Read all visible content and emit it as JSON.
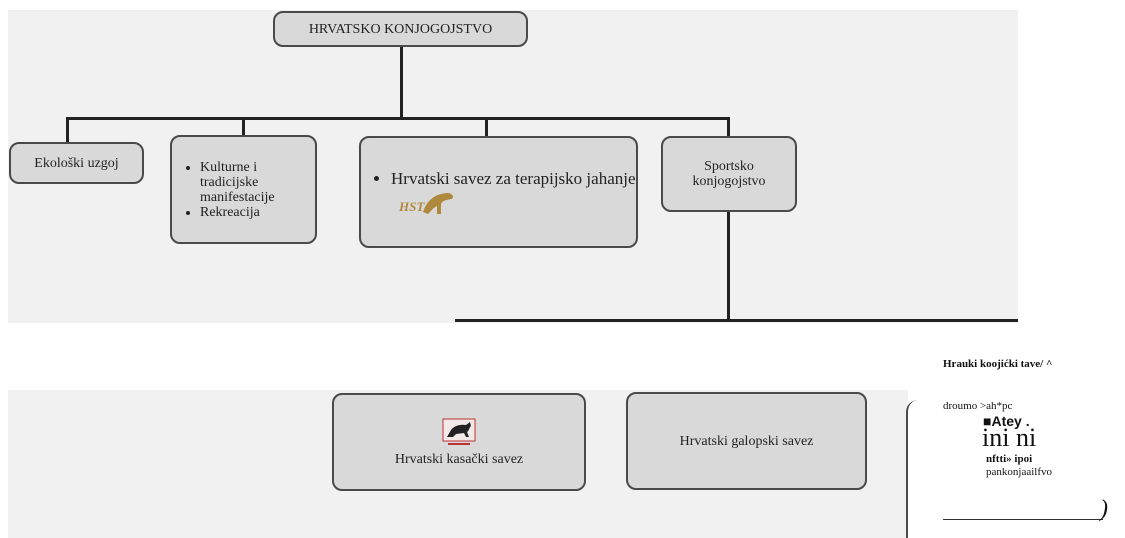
{
  "root": {
    "label": "HRVATSKO KONJOGOJSTVO"
  },
  "level1": {
    "ekoloski": "Ekološki uzgoj",
    "kulturne_items": [
      "Kulturne i tradicijske manifestacije",
      "Rekreacija"
    ],
    "terapijsko": {
      "text": "Hrvatski savez za terapijsko jahanje",
      "logo_text": "HSTJ"
    },
    "sportsko": "Sportsko konjogojstvo"
  },
  "level2": {
    "kasacki": "Hrvatski kasački savez",
    "galopski": "Hrvatski galopski savez"
  },
  "side_fragment": {
    "line1": "Hrauki  koojićki  tave/  ^",
    "line2": "droumo >ah*pc",
    "line3": "■Atey .",
    "line4": "ini ni",
    "line5": "nftti» ipoi",
    "line6": "pankonjaailfvo",
    "line7": ")"
  },
  "colors": {
    "panel": "#f1f1f1",
    "box": "#d9d9d9",
    "border": "#4a4a4a",
    "line": "#222222",
    "hstj_logo": "#b08a3c"
  }
}
